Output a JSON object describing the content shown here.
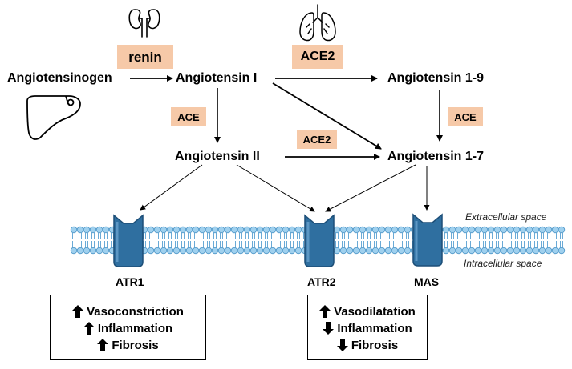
{
  "nodes": {
    "angiotensinogen": "Angiotensinogen",
    "ang1": "Angiotensin I",
    "ang19": "Angiotensin 1-9",
    "ang2": "Angiotensin II",
    "ang17": "Angiotensin 1-7"
  },
  "enzymes": {
    "renin": "renin",
    "ace2_top": "ACE2",
    "ace_left": "ACE",
    "ace_right": "ACE",
    "ace2_mid": "ACE2"
  },
  "spaces": {
    "extracellular": "Extracellular space",
    "intracellular": "Intracellular space"
  },
  "receptors": {
    "atr1": "ATR1",
    "atr2": "ATR2",
    "mas": "MAS"
  },
  "effects": {
    "atr1": [
      {
        "direction": "up",
        "label": "Vasoconstriction"
      },
      {
        "direction": "up",
        "label": "Inflammation"
      },
      {
        "direction": "up",
        "label": "Fibrosis"
      }
    ],
    "atr2": [
      {
        "direction": "up",
        "label": "Vasodilatation"
      },
      {
        "direction": "down",
        "label": "Inflammation"
      },
      {
        "direction": "down",
        "label": "Fibrosis"
      }
    ]
  },
  "icons": {
    "kidney": "kidneys-icon",
    "lungs": "lungs-icon",
    "liver": "liver-icon",
    "up": "up-arrow-icon",
    "down": "down-arrow-icon"
  },
  "colors": {
    "enzyme_fill": "#f6c9a8",
    "receptor_fill": "#2f6fa0",
    "receptor_stroke": "#1d4f78",
    "membrane_head": "#9fd0ee",
    "membrane_head_stroke": "#4d96c8",
    "membrane_tail": "#6aaad6"
  }
}
